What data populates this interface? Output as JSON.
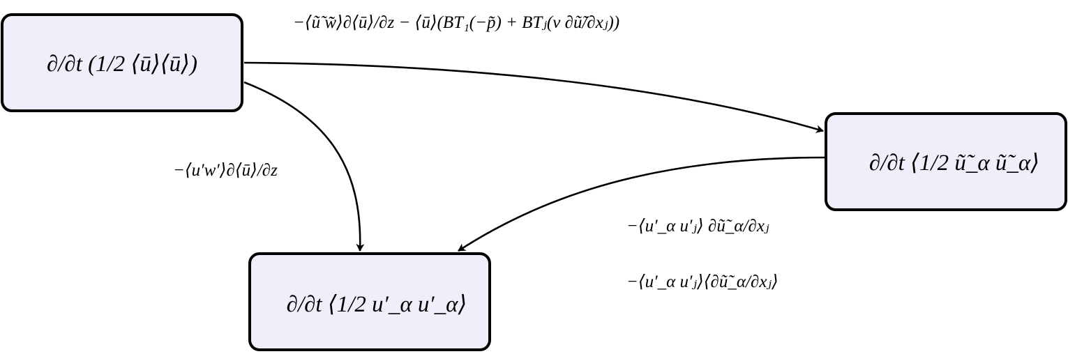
{
  "nodes": {
    "mean": {
      "label": "∂/∂t (1/2 ⟨ū⟩⟨ū⟩)"
    },
    "wave": {
      "label": "∂/∂t ⟨1/2 ũ̃_α ũ̃_α⟩"
    },
    "turbulent": {
      "label": "∂/∂t ⟨1/2 u′_α u′_α⟩"
    }
  },
  "edges": {
    "mean_to_wave": {
      "label": "−⟨ũ̃ w̃̃⟩∂⟨ū⟩/∂z − ⟨ū⟩(BT₁(−p̃̃) + BTⱼ(ν ∂ũ̃/∂xⱼ))"
    },
    "mean_to_turbulent": {
      "label": "−⟨u′w′⟩∂⟨ū⟩/∂z"
    },
    "wave_to_turbulent": {
      "label_1": "−⟨u′_α u′ⱼ⟩ ∂ũ̃_α/∂xⱼ",
      "label_2": "−⟨u′_α u′ⱼ⟩⟨∂ũ̃_α/∂xⱼ⟩"
    }
  }
}
